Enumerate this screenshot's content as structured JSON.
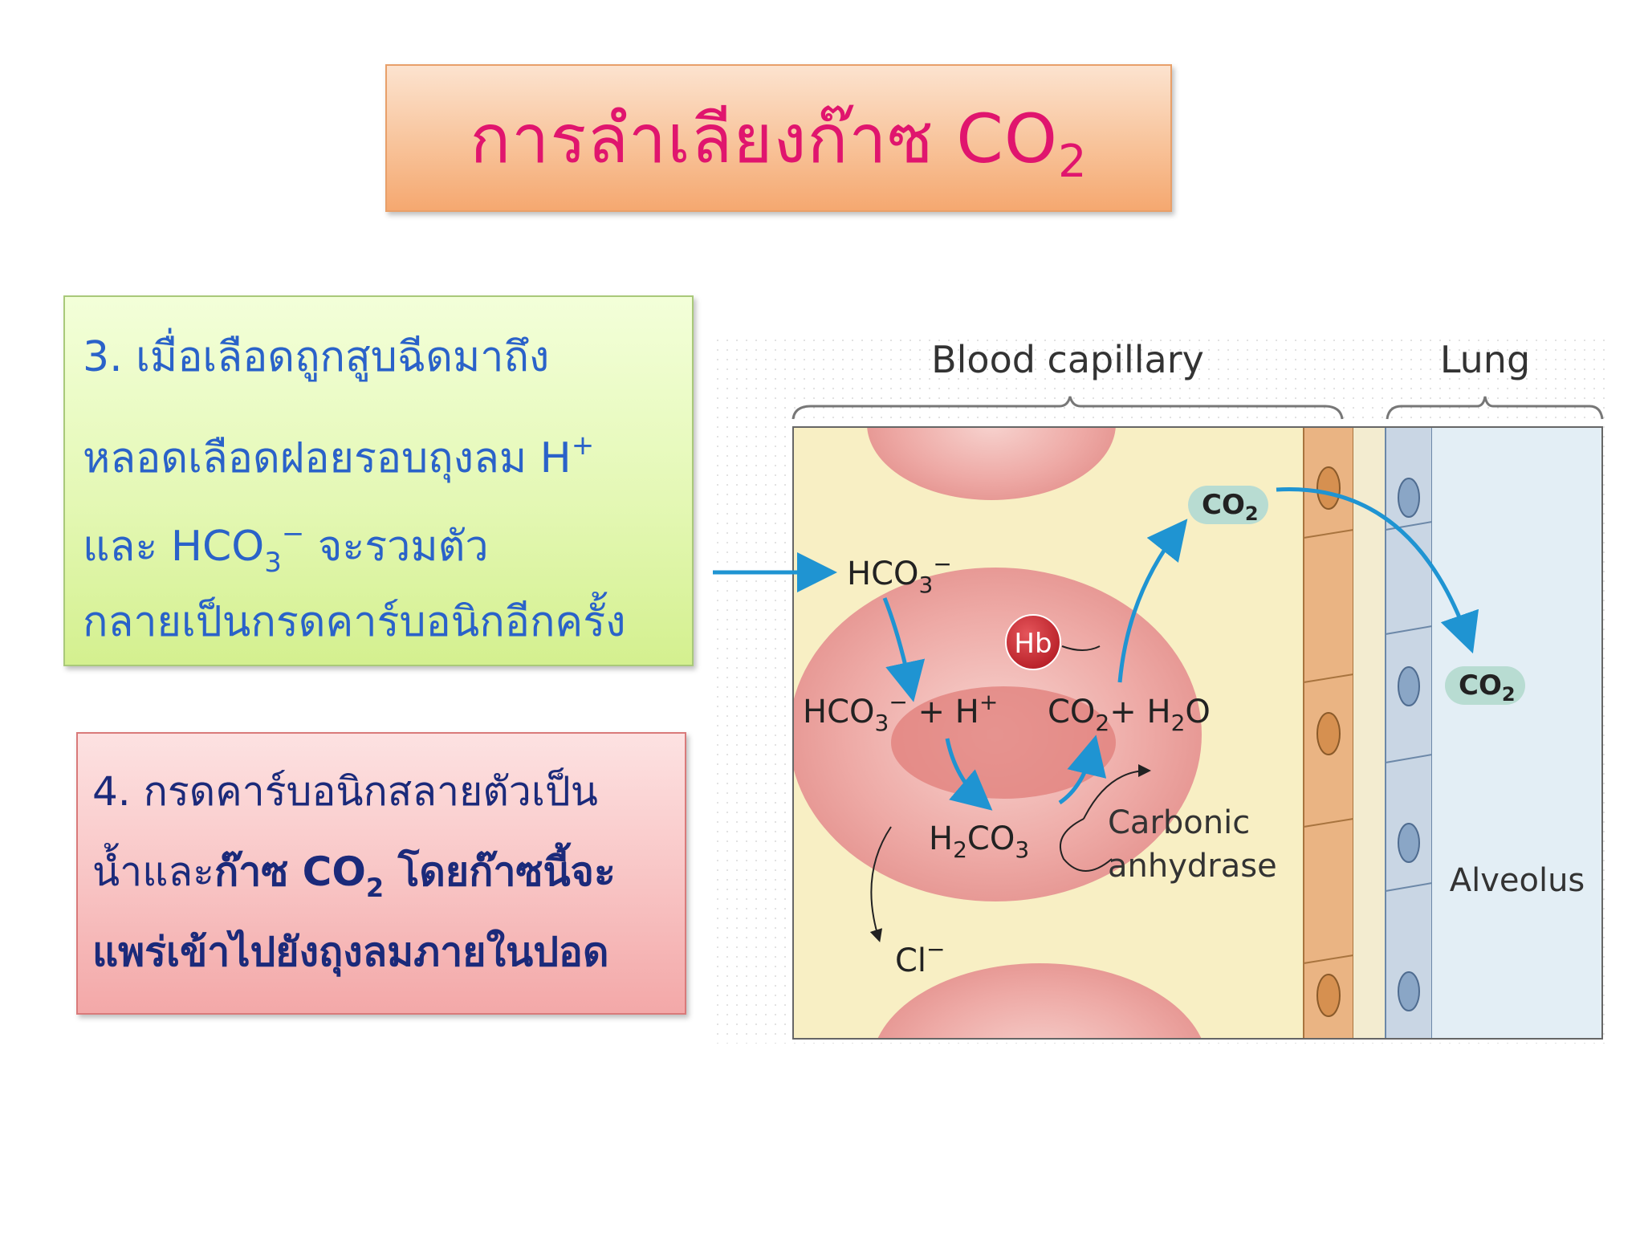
{
  "title": {
    "text": "การลำเลียงก๊าซ CO",
    "subscript": "2"
  },
  "box3": {
    "line1": "3.  เมื่อเลือดถูกสูบฉีดมาถึง",
    "line2": "หลอดเลือดฝอยรอบถุงลม  H",
    "line2_sup": "+",
    "line3_a": "และ  HCO",
    "line3_sub": "3",
    "line3_sup": "−",
    "line3_b": "  จะรวมตัว",
    "line4": "กลายเป็นกรดคาร์บอนิกอีกครั้ง"
  },
  "box4": {
    "line1": "4.  กรดคาร์บอนิกสลายตัวเป็น",
    "line2_a": "น้ำและ",
    "line2_b": "ก๊าซ  CO",
    "line2_sub": "2",
    "line2_c": "  โดยก๊าซนี้จะ",
    "line3": "แพร่เข้าไปยังถุงลมภายในปอด"
  },
  "diagram": {
    "header_blood": "Blood capillary",
    "header_lung": "Lung",
    "hco3_in": "HCO",
    "hco3_in_sub": "3",
    "hco3_in_sup": "−",
    "hb": "Hb",
    "eq_left": "HCO",
    "eq_left_sub": "3",
    "eq_left_sup": "−",
    "eq_left_rest": " + H",
    "eq_left_rest_sup": "+",
    "eq_right_a": "CO",
    "eq_right_sub1": "2",
    "eq_right_b": "+ H",
    "eq_right_sub2": "2",
    "eq_right_c": "O",
    "h2co3_a": "H",
    "h2co3_sub1": "2",
    "h2co3_b": "CO",
    "h2co3_sub2": "3",
    "enzyme_line1": "Carbonic",
    "enzyme_line2": "anhydrase",
    "cl": "Cl",
    "cl_sup": "−",
    "co2_top": "CO",
    "co2_top_sub": "2",
    "co2_alv": "CO",
    "co2_alv_sub": "2",
    "alveolus": "Alveolus"
  },
  "colors": {
    "title_text": "#e0156e",
    "box3_text": "#2a62c9",
    "box4_text": "#1b2a7a",
    "arrow_blue": "#1f94d2",
    "plasma": "#f8efc4",
    "rbc": "#e9a4a1",
    "hb": "#c8262e",
    "wall": "#eab483",
    "epithelium": "#c9d6e4",
    "alveolus_bg": "#e3eef5"
  }
}
